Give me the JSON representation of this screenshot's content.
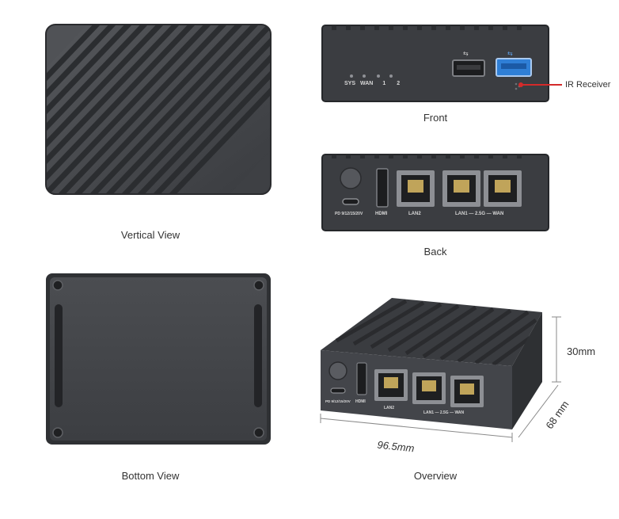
{
  "views": {
    "vertical": {
      "caption": "Vertical View"
    },
    "front": {
      "caption": "Front"
    },
    "back": {
      "caption": "Back"
    },
    "bottom": {
      "caption": "Bottom View"
    },
    "overview": {
      "caption": "Overview"
    }
  },
  "front_panel": {
    "led_labels": [
      "SYS",
      "WAN",
      "1",
      "2"
    ],
    "ir_callout": "IR Receiver"
  },
  "back_panel": {
    "power_label": "PD 9/12/15/20V",
    "hdmi_label": "HDMI",
    "lan2_label": "LAN2",
    "lan1_wan_label": "LAN1 — 2.5G — WAN"
  },
  "dimensions": {
    "height": "30mm",
    "width": "96.5mm",
    "depth": "68 mm"
  },
  "colors": {
    "body_dark": "#3a3c40",
    "body_mid": "#4a4c50",
    "stripe": "#2b2d30",
    "usb3_blue": "#2f7fd6",
    "ir_red": "#d42a2a"
  }
}
